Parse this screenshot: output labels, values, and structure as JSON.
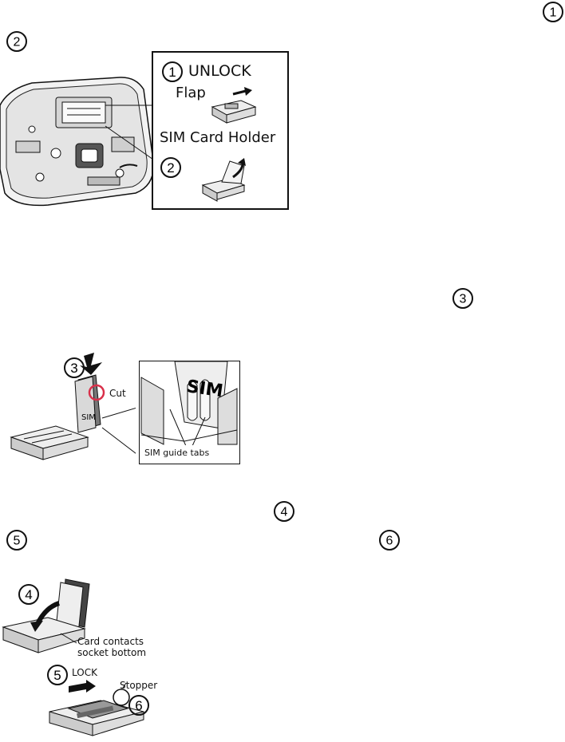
{
  "markers": {
    "m1_top": "1",
    "m2_top": "2",
    "m3_mid": "3",
    "m4_mid": "4",
    "m5_mid": "5",
    "m6_mid": "6"
  },
  "figure1": {
    "step1_num": "1",
    "step1_text": "UNLOCK",
    "flap": "Flap",
    "holder": "SIM Card Holder",
    "step2_num": "2"
  },
  "figure2": {
    "step3_num": "3",
    "cut": "Cut",
    "sim": "SIM",
    "sim_big": "SIM",
    "guide_tabs": "SIM guide tabs"
  },
  "figure3": {
    "step4_num": "4",
    "card_contacts": "Card contacts",
    "socket_bottom": "socket bottom",
    "step5_num": "5",
    "lock": "LOCK",
    "stopper": "Stopper",
    "step6_num": "6"
  },
  "colors": {
    "cut_circle": "#d9304a",
    "ink": "#111111"
  }
}
